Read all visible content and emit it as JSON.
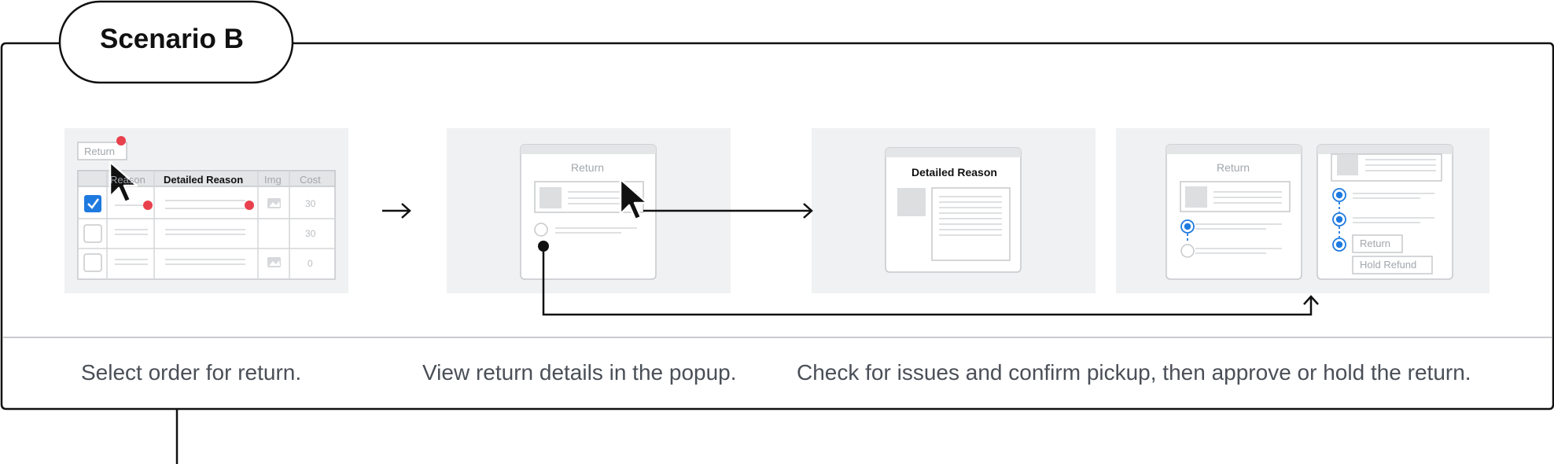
{
  "scenario": {
    "title": "Scenario B"
  },
  "captions": [
    "Select order for return.",
    "View return details in the popup.",
    "Check for issues and confirm pickup, then approve or hold the return."
  ],
  "panel1": {
    "return_button": "Return",
    "columns": [
      "Reason",
      "Detailed Reason",
      "Img",
      "Cost"
    ],
    "rows": [
      {
        "checked": true,
        "cost": "30",
        "has_img": true
      },
      {
        "checked": false,
        "cost": "30",
        "has_img": false
      },
      {
        "checked": false,
        "cost": "0",
        "has_img": true
      }
    ]
  },
  "panel2": {
    "popup_title": "Return"
  },
  "panel3": {
    "popup_title": "Detailed Reason"
  },
  "panel4": {
    "popup_title": "Return",
    "return_button": "Return",
    "hold_button": "Hold Refund"
  },
  "colors": {
    "accent": "#1f7ae0",
    "alert": "#e8414d",
    "panel_bg": "#f0f1f2",
    "ink": "#111111"
  }
}
